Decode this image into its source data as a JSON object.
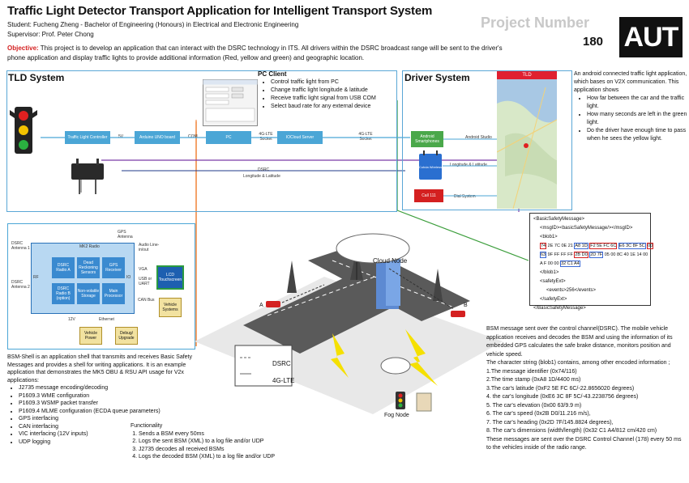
{
  "header": {
    "title": "Traffic Light Detector Transport Application for Intelligent Transport System",
    "student": "Student: Fucheng Zheng - Bachelor of Engineering (Honours) in Electrical and Electronic Engineering",
    "supervisor": "Supervisor: Prof. Peter Chong",
    "objective_label": "Objective:",
    "objective_text": " This project is to develop an application that can interact with the DSRC technology in ITS. All drivers within the DSRC broadcast range will be sent to the driver's phone application and display traffic lights to provide additional information (Red, yellow and green) and geographic location.",
    "project_number_label": "Project Number",
    "project_number": "180",
    "logo": "AUT"
  },
  "tld": {
    "title": "TLD System",
    "flow": [
      "Traffic Light Controller",
      "Arduino UNO board",
      "PC",
      "IOCloud Server"
    ],
    "links": [
      "5V",
      "COM",
      "4G-LTE Socket",
      "4G-LTE Socket"
    ],
    "dsrc_label": "DSRC",
    "longlat_label": "Longitude & Latitude"
  },
  "pc_client": {
    "heading": "PC Client",
    "items": [
      "Control traffic light from PC",
      "Change traffic light longitude & latitude",
      "Receive traffic light signal from USB COM",
      "Select baud rate for any external device"
    ]
  },
  "driver": {
    "title": "Driver System",
    "android": "Android Smartphones",
    "android_studio": "Android Studio",
    "cohda": "Cohda Wireless",
    "longlat": "Longitude & Latitude",
    "call": "Call 111",
    "dial": "Dial System",
    "app_bar": "TLD"
  },
  "app_note": {
    "intro": "An android connected traffic light application, which bases on V2X communication. This application shows",
    "items": [
      "How far between the car and the traffic light.",
      "How many seconds are left in the green light.",
      "Do the driver have enough time to pass when he sees the yellow light."
    ]
  },
  "bsm_xml": {
    "l1": "<BasicSafetyMessage>",
    "l2": "<msgID><basicSafetyMessage/></msgID>",
    "l3": "<blob1>",
    "h1": "74",
    "r1": "2E 7C 0E 21",
    "h2": "A8 1D",
    "h3": "F2 5E FC 6C",
    "h4": "E6 3C 8F 5C",
    "h5": "00",
    "h6": "63",
    "r2": "9F FF FF FF",
    "h7": "2B D0",
    "h8": "2D 7F",
    "r3": "05 00 8C 40 1E 14 00",
    "r4": "A F 00 00",
    "h9": "32 C1 A4",
    "l5": "</blob1>",
    "l6": "<safetyExt>",
    "l7": "<events>256</events>",
    "l8": "</safetyExt>",
    "l9": "</BasicSafetyMessage>"
  },
  "bsm_text": {
    "p1": "BSM message sent over the control channel(DSRC). The mobile vehicle application receives and decodes the BSM and using the information of its embedded GPS calculates the safe brake distance, monitors position and vehicle speed.",
    "p2": "The character string (blob1) contains, among other encoded information ;",
    "items": [
      "1.The message identifier (0x74/116)",
      "2.The time stamp (0xA8 1D/4400 ms)",
      "3.The car's latitude (0xF2 5E FC 6C/-22.8656020 degrees)",
      "4. the car's longitude (0xE6 3C 8F 5C/-43.2238756 degrees)",
      "5. The car's elevation (0x00 63/9.9 m)",
      "6. The car's speed (0x2B D0/11.216 m/s),",
      "7. The car's heading (0x2D 7F/145.8824 degrees),",
      "8. The car's dimensions (width/length) (0x32 C1 A4/812 cm/420 cm)"
    ],
    "p3": "These messages are sent over the DSRC Control Channel (178) every 50 ms to the vehicles inside of the radio range."
  },
  "obu": {
    "gps_antenna": "GPS Antenna",
    "audio": "Audio Line-in/out",
    "dsrc1": "DSRC Antenna 1",
    "dsrc2": "DSRC Antenna 2",
    "mk2": "MK2 Radio",
    "radio_a": "DSRC Radio A",
    "radio_b": "DSRC Radio B (option)",
    "dead": "Dead Reckoning Sensors",
    "gps_rx": "GPS Receiver",
    "nonvol": "Non-volatile Storage",
    "main_proc": "Main Processor",
    "rf": "RF",
    "io": "IO",
    "vga": "VGA",
    "usb": "USB or UART",
    "can": "CAN Bus",
    "eth": "Ethernet",
    "v12": "12V",
    "lcd": "LCD Touchscreen",
    "vsys": "Vehicle Systems",
    "vpower": "Vehicle Power",
    "debug": "Debug/ Upgrade"
  },
  "scene": {
    "cloud": "Cloud Node",
    "fog": "Fog Node",
    "legend_dsrc": "DSRC",
    "legend_lte": "4G-LTE",
    "a": "A",
    "b": "B"
  },
  "shell": {
    "intro": "BSM-Shell is an application shell that transmits and receives Basic Safety Messages and provides a shell for writing applications. It is an example application that demonstrates the MK5 OBU & RSU API usage for V2x applications:",
    "items": [
      "J2735 message encoding/decoding",
      "P1609.3 WME configuration",
      "P1609.3 WSMP packet transfer",
      "P1609.4 MLME configuration (ECDA queue parameters)",
      "GPS interfacing",
      "CAN interfacing",
      "VIC interfacing (12V inputs)",
      "UDP logging"
    ]
  },
  "functionality": {
    "heading": "Functionality",
    "items": [
      "Sends a BSM every 50ms",
      "Logs the sent BSM (XML) to a log file and/or UDP",
      "J2735 decodes all received BSMs",
      "Logs the decoded BSM (XML) to a log file and/or UDP"
    ]
  },
  "colors": {
    "accent_blue": "#4ba6d6",
    "red": "#d42020",
    "green": "#3a9d3a",
    "purple": "#7a3aa8",
    "orange": "#f07a2a",
    "navy": "#1f3a8a"
  }
}
